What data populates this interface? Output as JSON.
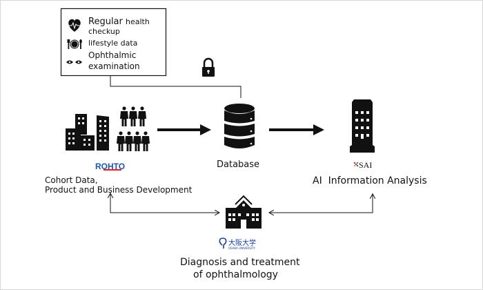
{
  "data_sources_box": {
    "items": [
      {
        "icon": "heart-pulse-icon",
        "label_large": "Regular",
        "label_small": "health",
        "label_line2": "checkup"
      },
      {
        "icon": "plate-cutlery-icon",
        "label": "lifestyle data"
      },
      {
        "icon": "eyes-icon",
        "label_line1": "Ophthalmic",
        "label_line2": "examination"
      }
    ]
  },
  "rohto": {
    "logo_text": "ROHTO",
    "label_line1": "Cohort Data,",
    "label_line2": "Product and Business Development",
    "colors": {
      "blue": "#1a56b0",
      "red": "#e0202a"
    }
  },
  "database": {
    "label": "Database",
    "lock_icon": "lock-icon"
  },
  "sai": {
    "logo_text": "SAI",
    "label": "AI  Information Analysis"
  },
  "osaka": {
    "logo_text_ja": "大阪大学",
    "logo_text_en": "OSAKA UNIVERSITY",
    "label_line1": "Diagnosis and treatment",
    "label_line2": "of ophthalmology",
    "color": "#1a3a9a"
  }
}
